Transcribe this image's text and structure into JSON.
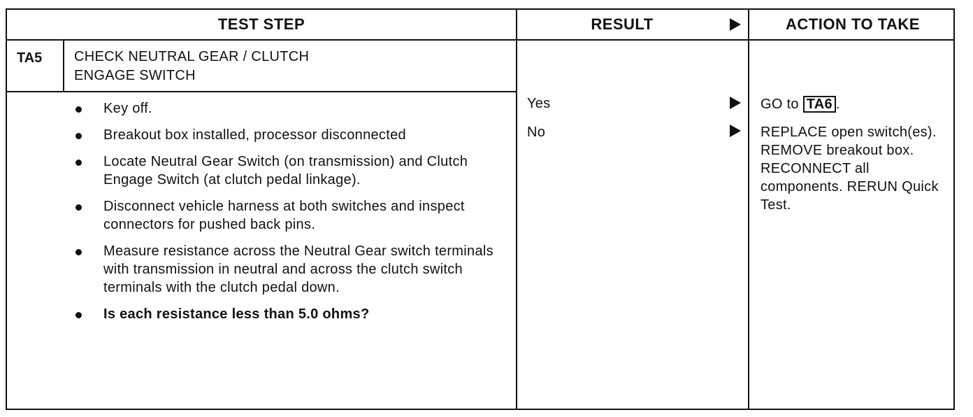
{
  "header": {
    "test_step": "TEST STEP",
    "result": "RESULT",
    "action": "ACTION TO TAKE"
  },
  "step": {
    "id": "TA5",
    "title_line1": "CHECK NEUTRAL GEAR / CLUTCH",
    "title_line2": "ENGAGE SWITCH",
    "items": [
      "Key off.",
      "Breakout box installed, processor disconnected",
      "Locate Neutral Gear Switch (on transmission) and Clutch Engage Switch (at clutch pedal linkage).",
      "Disconnect vehicle harness at both switches and inspect connectors for pushed back pins.",
      "Measure resistance across the Neutral Gear switch terminals with transmission in neutral and across the clutch switch terminals with the clutch pedal down.",
      "Is each resistance less than 5.0 ohms?"
    ]
  },
  "results": {
    "yes": "Yes",
    "no": "No"
  },
  "actions": {
    "yes_prefix": "GO to ",
    "yes_ref": "TA6",
    "yes_suffix": ".",
    "no": "REPLACE open switch(es). REMOVE breakout box. RECONNECT all components. RERUN Quick Test."
  },
  "icons": {
    "arrow": "right-arrow-icon",
    "bullet": "bullet-icon"
  }
}
